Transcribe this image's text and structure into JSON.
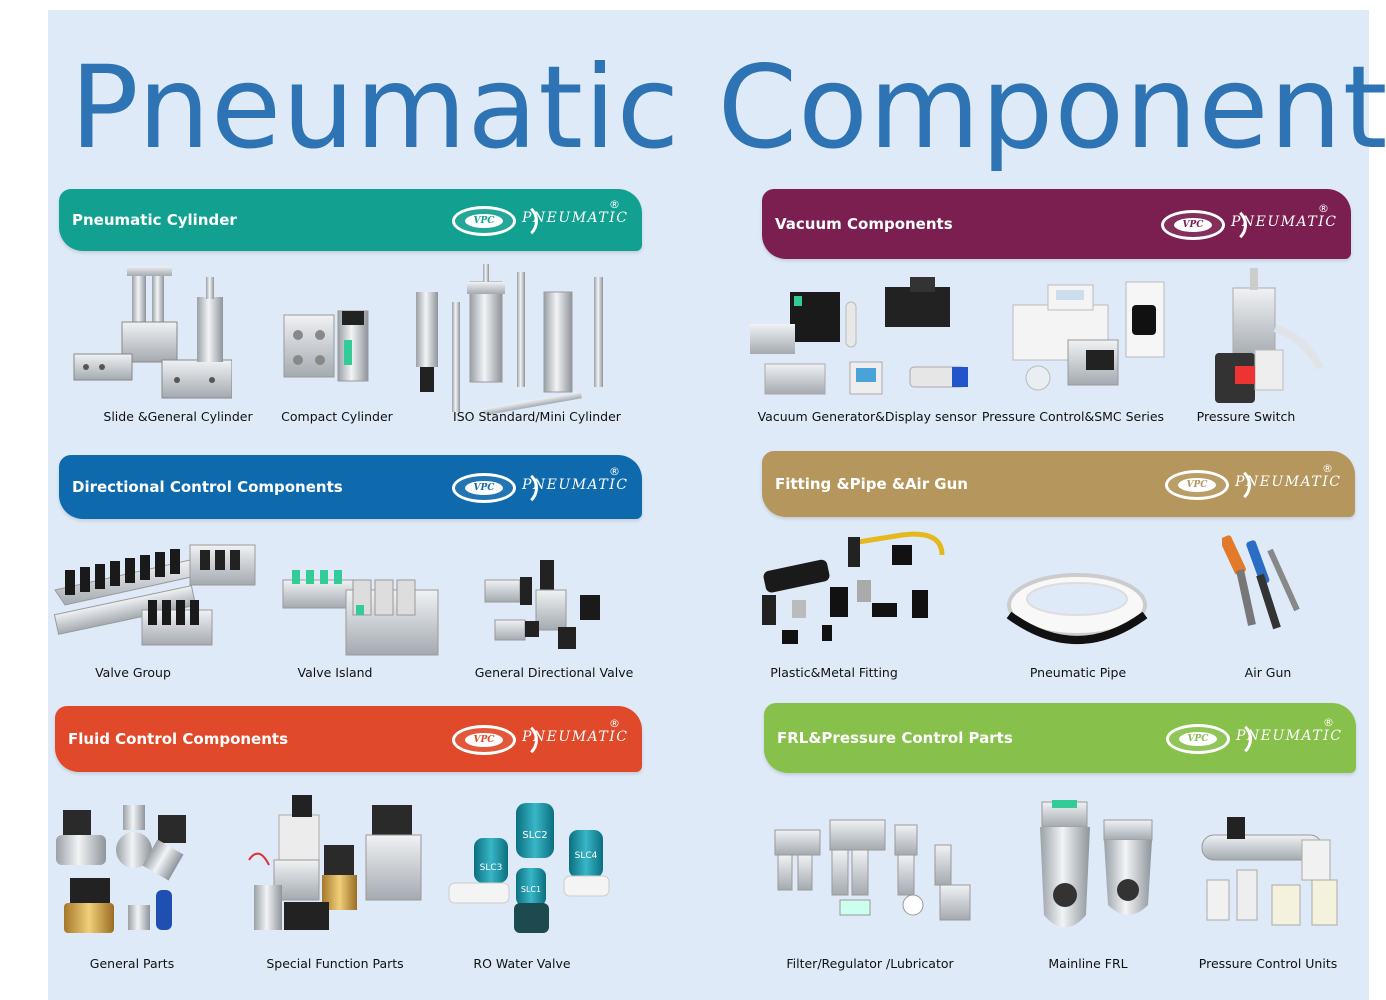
{
  "title": "Pneumatic Components",
  "brand": {
    "badge": "VPC",
    "name": "PNEUMATIC",
    "reg": "®"
  },
  "colors": {
    "background": "#deeaf7",
    "title": "#2e74b5",
    "pneumatic_cylinder": "#12a090",
    "vacuum": "#7a1f4f",
    "directional": "#0f6aad",
    "fitting": "#b5965c",
    "fluid": "#e04a2a",
    "frl": "#87c04a"
  },
  "sections": [
    {
      "id": "pneumatic-cylinder",
      "title": "Pneumatic Cylinder",
      "items": [
        "Slide &General Cylinder",
        "Compact Cylinder",
        "ISO Standard/Mini Cylinder"
      ]
    },
    {
      "id": "vacuum-components",
      "title": "Vacuum Components",
      "items": [
        "Vacuum Generator&Display sensor",
        "Pressure Control&SMC Series",
        "Pressure Switch"
      ]
    },
    {
      "id": "directional-control",
      "title": "Directional Control Components",
      "items": [
        "Valve Group",
        "Valve Island",
        "General Directional Valve"
      ]
    },
    {
      "id": "fitting-pipe-air-gun",
      "title": "Fitting &Pipe &Air Gun",
      "items": [
        "Plastic&Metal Fitting",
        "Pneumatic Pipe",
        "Air Gun"
      ]
    },
    {
      "id": "fluid-control",
      "title": "Fluid Control Components",
      "items": [
        "General Parts",
        "Special Function Parts",
        "RO Water Valve"
      ]
    },
    {
      "id": "frl-pressure-control",
      "title": "FRL&Pressure Control Parts",
      "items": [
        "Filter/Regulator /Lubricator",
        "Mainline FRL",
        "Pressure Control Units"
      ]
    }
  ],
  "product_labels": {
    "slc2": "SLC2",
    "slc3": "SLC3",
    "slc4": "SLC4",
    "slc1": "SLC1"
  }
}
